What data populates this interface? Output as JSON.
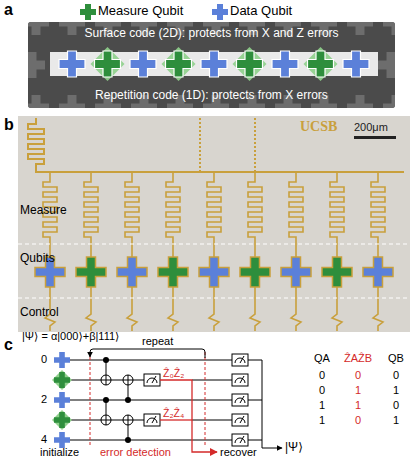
{
  "diagram": {
    "nodes": [
      {
        "text": [
          "Surface code (2D): protects from X and Z errors",
          "Repetition code (1D): protects from X errors"
        ]
      }
    ],
    "labels": [
      "a",
      "b",
      "UCSB",
      "200μm",
      "Measure",
      "Qubits",
      "Control",
      "c",
      "|Ψ⟩ = α|000⟩+β|111⟩",
      "repeat",
      "0",
      "2",
      "4",
      "Ẑ₀Ẑ₂",
      "Ẑ₂Ẑ₄",
      "initialize",
      "error detection",
      "recover",
      "|Ψ⟩",
      "QA",
      "ẐAẐB",
      "QB",
      "0",
      "0",
      "0",
      "0",
      "1",
      "1",
      "1",
      "1",
      "0",
      "1",
      "0",
      "1"
    ],
    "legend": [
      {
        "text": "Measure Qubit"
      },
      {
        "text": "Data Qubit"
      }
    ]
  }
}
